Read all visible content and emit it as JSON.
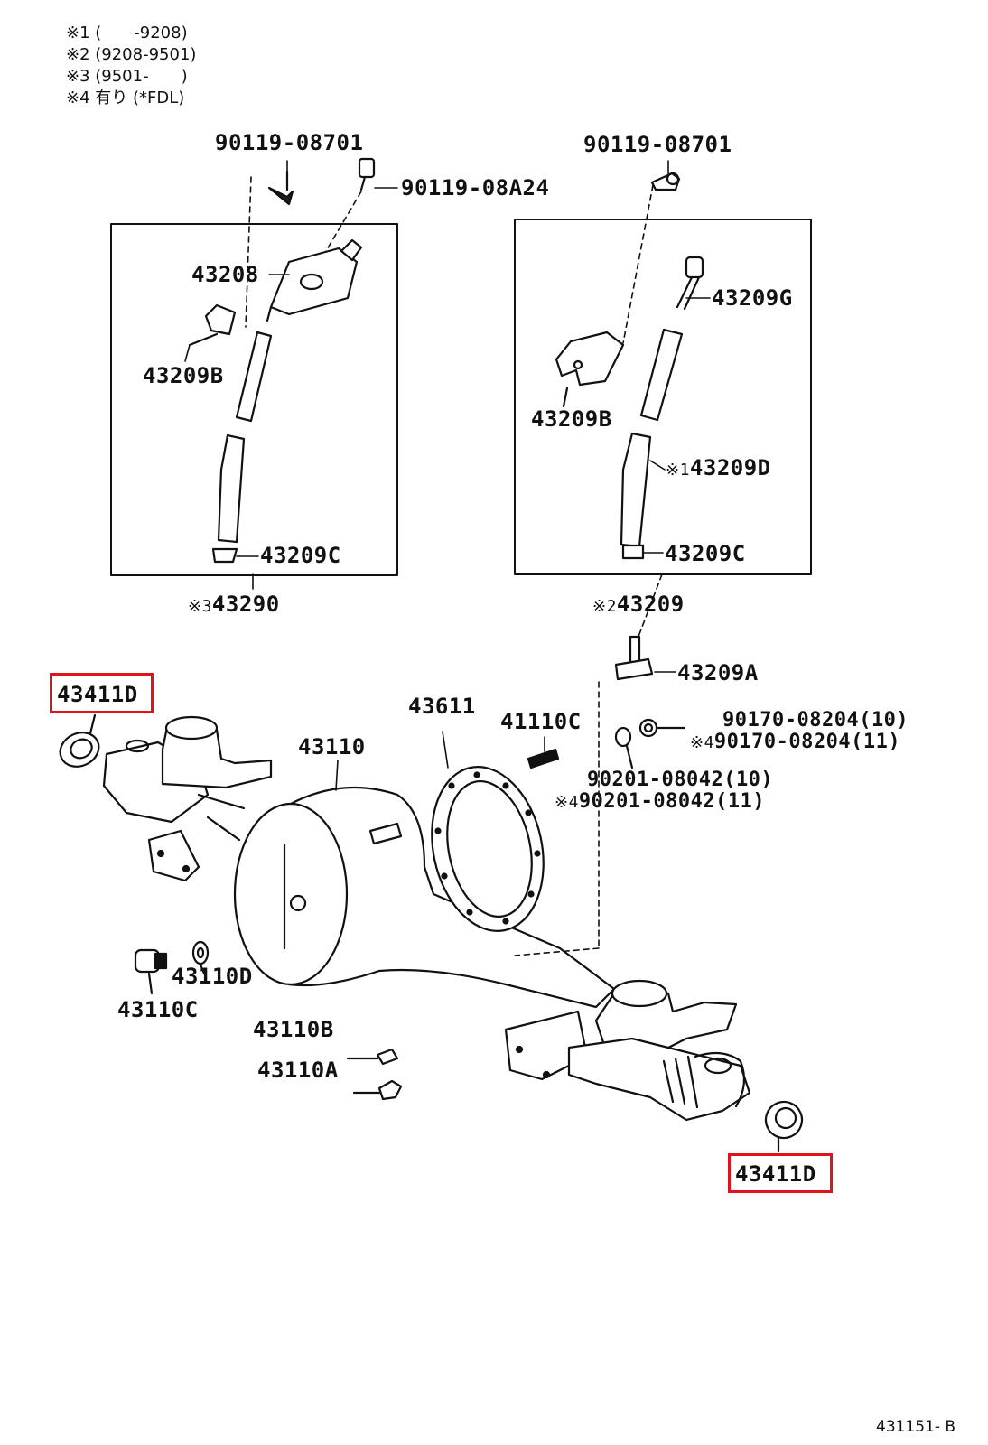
{
  "notes": [
    "※1 (　　-9208)",
    "※2 (9208-9501)",
    "※3 (9501-　　)",
    "※4 有り (*FDL)"
  ],
  "labels": {
    "bolt_left": "90119-08701",
    "bolt_mid": "90119-08A24",
    "bolt_right": "90119-08701",
    "union_left": "43208",
    "bracket_left": "43209B",
    "clip_left": "43209C",
    "assy_left_mark": "※3",
    "assy_left": "43290",
    "union_right": "43209G",
    "bracket_right": "43209B",
    "hose_right_mark": "※1",
    "hose_right": "43209D",
    "clip_right": "43209C",
    "assy_right_mark": "※2",
    "assy_right": "43209",
    "connector": "43209A",
    "seal_left": "43411D",
    "seal_right": "43411D",
    "gasket": "43611",
    "stud": "41110C",
    "housing": "43110",
    "nut_a": "90170-08204(10)",
    "nut_b_mark": "※4",
    "nut_b": "90170-08204(11)",
    "washer_a": "90201-08042(10)",
    "washer_b_mark": "※4",
    "washer_b": "90201-08042(11)",
    "gasket_small": "43110D",
    "plug": "43110C",
    "breather_b": "43110B",
    "breather_a": "43110A"
  },
  "figure_ref": "431151- B",
  "highlight_color": "#e0121a"
}
